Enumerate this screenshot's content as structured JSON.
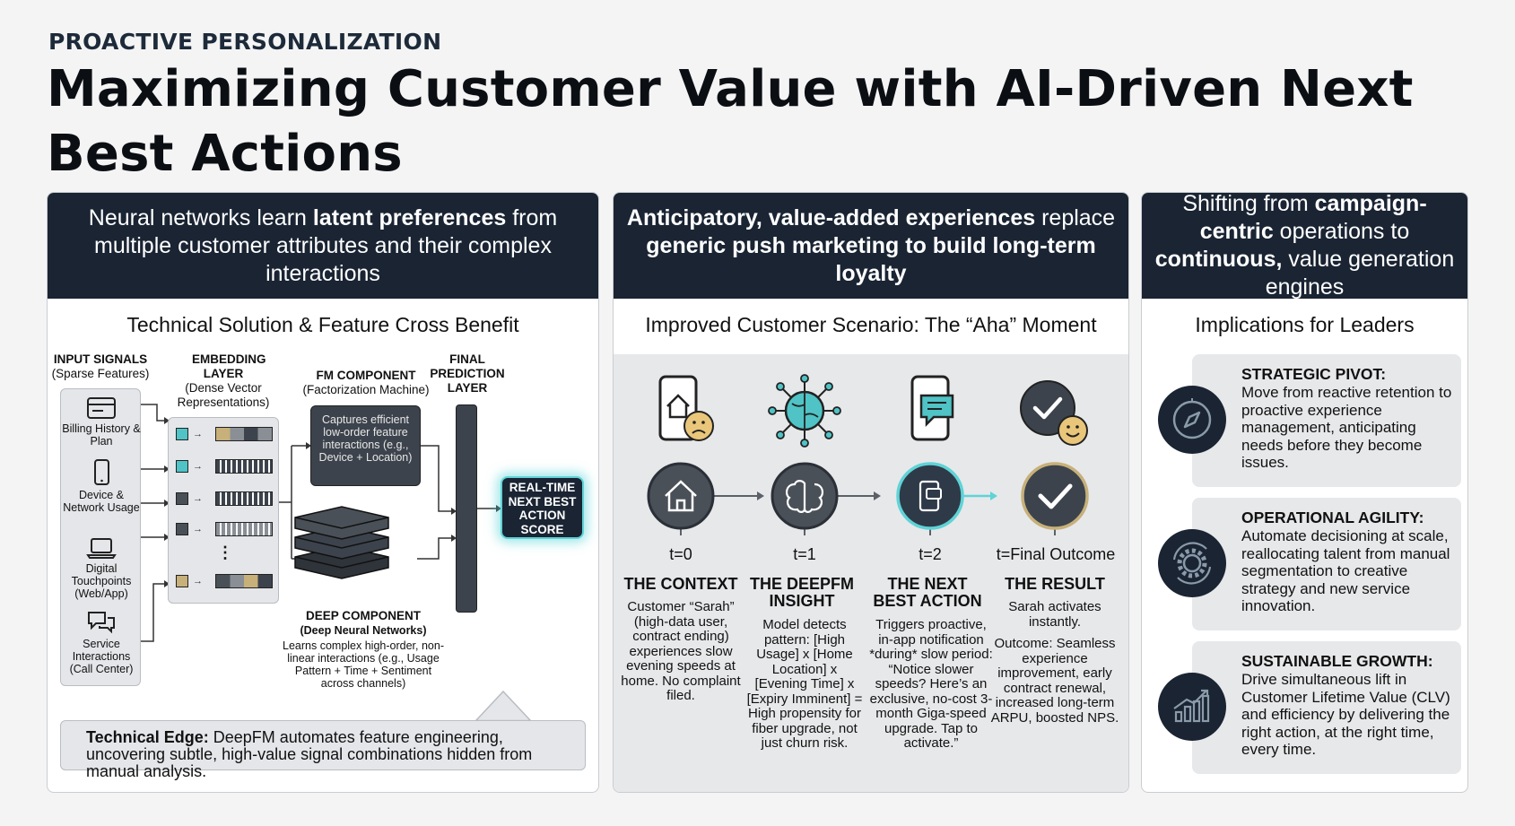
{
  "header": {
    "kicker": "PROACTIVE PERSONALIZATION",
    "title": "Maximizing Customer Value with AI-Driven Next Best Actions"
  },
  "panel1": {
    "head_pre": "Neural networks learn ",
    "head_bold": "latent preferences",
    "head_post": " from multiple customer attributes and their complex interactions",
    "section_title": "Technical Solution & Feature Cross Benefit",
    "input_title": "INPUT SIGNALS",
    "input_sub": "(Sparse Features)",
    "embed_title": "EMBEDDING LAYER",
    "embed_sub": "(Dense Vector Representations)",
    "fm_title": "FM COMPONENT",
    "fm_sub": "(Factorization Machine)",
    "fm_box": "Captures efficient low-order feature interactions (e.g., Device + Location)",
    "final_title": "FINAL PREDICTION LAYER",
    "score": "REAL-TIME NEXT BEST ACTION SCORE",
    "deep_title": "DEEP COMPONENT",
    "deep_sub": "(Deep Neural Networks)",
    "deep_desc": "Learns complex high-order, non-linear interactions (e.g., Usage Pattern + Time + Sentiment across channels)",
    "signals": [
      {
        "label": "Billing History & Plan",
        "icon": "billing-icon"
      },
      {
        "label": "Device & Network Usage",
        "icon": "smartphone-icon"
      },
      {
        "label": "Digital Touchpoints (Web/App)",
        "icon": "laptop-icon"
      },
      {
        "label": "Service Interactions (Call Center)",
        "icon": "chat-bubbles-icon"
      }
    ],
    "dots": "⋮",
    "edge_bold": "Technical Edge:",
    "edge_text": " DeepFM automates feature engineering, uncovering subtle, high-value signal combinations hidden from manual analysis."
  },
  "panel2": {
    "head_bold1": "Anticipatory, value-added experiences",
    "head_mid": " replace ",
    "head_bold2": "generic push marketing to build long-term loyalty",
    "section_title": "Improved Customer Scenario: The “Aha” Moment",
    "steps": [
      {
        "t": "t=0",
        "title": "THE CONTEXT",
        "body": "Customer “Sarah” (high-data user, contract ending) experiences slow evening speeds at home. No complaint filed."
      },
      {
        "t": "t=1",
        "title": "THE DEEPFM INSIGHT",
        "body": "Model detects pattern: [High Usage] x [Home Location] x [Evening Time] x [Expiry Imminent] = High propensity for fiber upgrade, not just churn risk."
      },
      {
        "t": "t=2",
        "title": "THE NEXT BEST ACTION",
        "body": "Triggers proactive, in-app notification *during* slow period: “Notice slower speeds? Here’s an exclusive, no-cost 3-month Giga-speed upgrade. Tap to activate.”"
      },
      {
        "t": "t=Final Outcome",
        "title": "THE RESULT",
        "body1": "Sarah activates instantly.",
        "body2": "Outcome: Seamless experience improvement, early contract renewal, increased long-term ARPU, boosted NPS."
      }
    ],
    "accent": "#5fd3d6"
  },
  "panel3": {
    "head_pre": "Shifting from ",
    "head_bold1": "campaign-centric",
    "head_mid": " operations to ",
    "head_bold2": "continuous,",
    "head_post": " value generation engines",
    "section_title": "Implications for Leaders",
    "cards": [
      {
        "title": "STRATEGIC PIVOT:",
        "body": "Move from reactive retention to proactive experience management, anticipating needs before they become issues.",
        "icon": "compass-icon"
      },
      {
        "title": "OPERATIONAL AGILITY:",
        "body": "Automate decisioning at scale, reallocating talent from manual segmentation to creative strategy and new service innovation.",
        "icon": "gear-cycle-icon"
      },
      {
        "title": "SUSTAINABLE GROWTH:",
        "body": "Drive simultaneous lift in Customer Lifetime Value (CLV) and efficiency by delivering the right action, at the right time, every time.",
        "icon": "growth-chart-icon"
      }
    ]
  },
  "colors": {
    "navy": "#1a2433",
    "teal": "#5fd3d6",
    "tan": "#c7b07a",
    "slate": "#3c434c"
  }
}
